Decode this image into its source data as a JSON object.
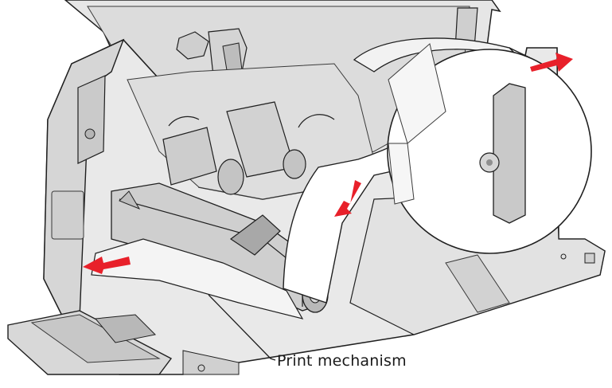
{
  "callout": {
    "label": "Print mechanism"
  },
  "icons": [
    "feed-direction-arrow",
    "label-roll",
    "printer-chassis",
    "print-mechanism"
  ],
  "colors": {
    "arrow": "#e8202a",
    "chassis_light": "#ececec",
    "chassis_mid": "#d9d9d9",
    "chassis_dark": "#b3b3b3",
    "outline": "#1f1f1f"
  }
}
